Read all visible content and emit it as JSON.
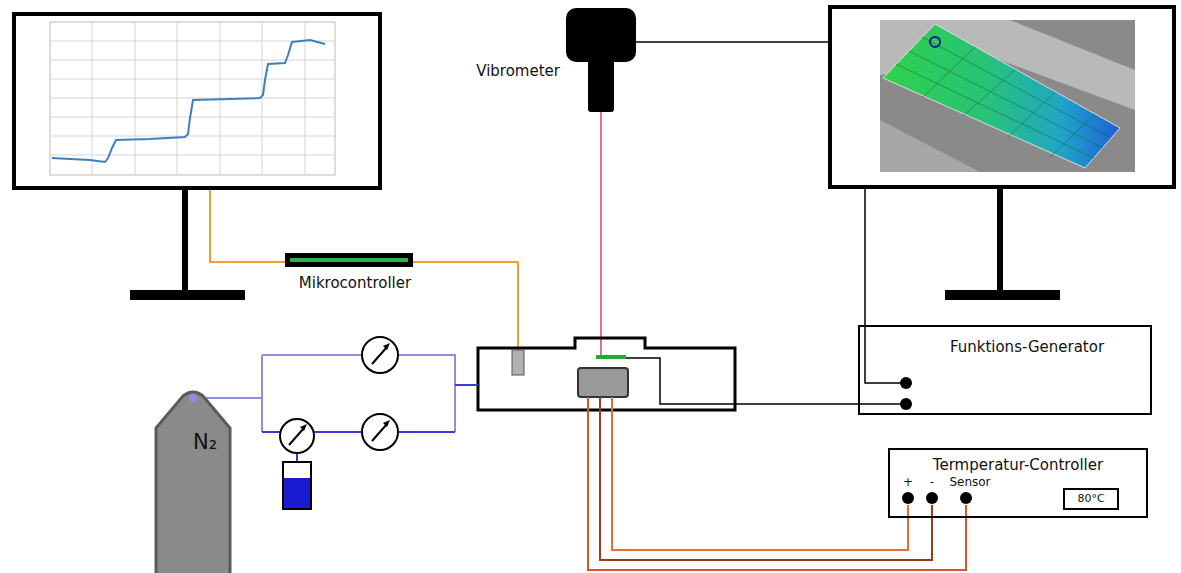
{
  "diagram": {
    "nodes": [
      {
        "text": [
          "Funktions-Generator"
        ]
      },
      {
        "text": [
          "N₂"
        ]
      },
      {
        "text": [
          "Termperatur-Controller"
        ]
      },
      {
        "text": [
          "80°C"
        ],
        "in": 2
      }
    ],
    "labels": [
      "Vibrometer",
      "Mikrocontroller",
      "+",
      "-",
      "Sensor"
    ]
  }
}
